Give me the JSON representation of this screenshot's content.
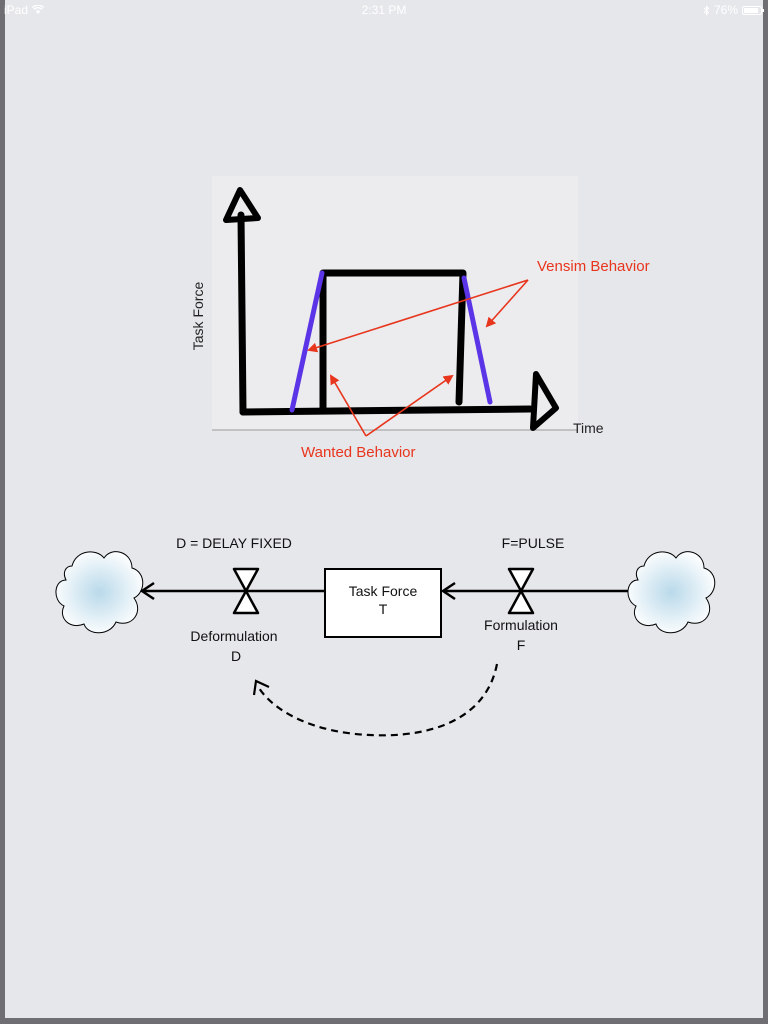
{
  "status_bar": {
    "carrier": "iPad",
    "time": "2:31 PM",
    "battery": "76%",
    "battery_level": 0.76
  },
  "behavior_chart": {
    "y_axis_label": "Task Force",
    "x_axis_label": "Time",
    "annotation_vensim": "Vensim Behavior",
    "annotation_wanted": "Wanted Behavior",
    "annotation_color": "#e8351d",
    "vensim_line_color": "#5a34e6"
  },
  "stock_flow": {
    "stock_label_line1": "Task Force",
    "stock_label_line2": "T",
    "outflow_equation": "D = DELAY FIXED",
    "outflow_name_line1": "Deformulation",
    "outflow_name_line2": "D",
    "inflow_equation": "F=PULSE",
    "inflow_name_line1": "Formulation",
    "inflow_name_line2": "F"
  }
}
